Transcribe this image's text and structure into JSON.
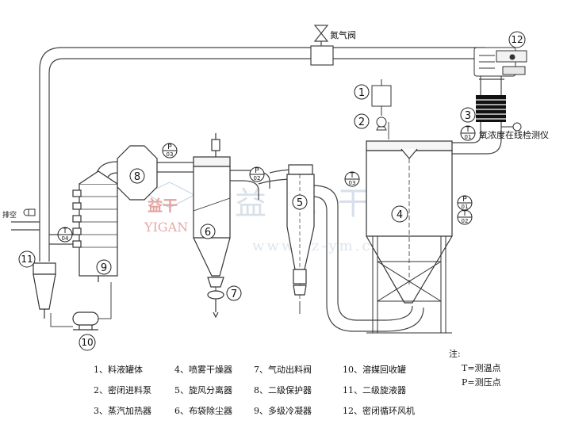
{
  "labels": {
    "nitrogen_valve": "氮气阀",
    "oxygen_detector": "氧浓度在线检测仪",
    "vent": "排空"
  },
  "callouts": {
    "c1": "1",
    "c2": "2",
    "c3": "3",
    "c4": "4",
    "c5": "5",
    "c6": "6",
    "c7": "7",
    "c8": "8",
    "c9": "9",
    "c10": "10",
    "c11": "11",
    "c12": "12"
  },
  "gauges": {
    "t": "T",
    "p": "P",
    "g_p03": "03",
    "g_p02": "02",
    "g_t03": "03",
    "g_t01_top": "01",
    "g_p01": "01",
    "g_t02": "02",
    "g_t04": "04"
  },
  "watermark": {
    "brand_cn": "益干",
    "brand_en": "YIGAN",
    "company": "益 民 干 燥",
    "url": "www.cz-ym.com"
  },
  "legend": {
    "items": [
      "1、料液罐体",
      "4、喷雾干燥器",
      "7、气动出料阀",
      "10、溶媒回收罐",
      "2、密闭进料泵",
      "5、旋风分离器",
      "8、二级保护器",
      "11、二级旋液器",
      "3、蒸汽加热器",
      "6、布袋除尘器",
      "9、多级冷凝器",
      "12、密闭循环风机"
    ]
  },
  "notes": {
    "title": "注:",
    "t_note": "T=测温点",
    "p_note": "P=测压点"
  }
}
